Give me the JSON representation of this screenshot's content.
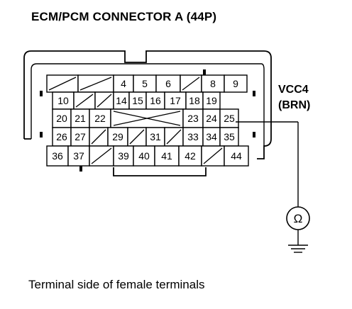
{
  "title": "ECM/PCM CONNECTOR A (44P)",
  "caption": "Terminal side of female terminals",
  "signal": {
    "name": "VCC4",
    "wire_color": "(BRN)"
  },
  "meter": {
    "symbol": "Ω",
    "name": "ohmmeter-icon"
  },
  "connector": {
    "rows": [
      [
        "/",
        "/",
        "4",
        "5",
        "6",
        "/",
        "8",
        "9"
      ],
      [
        "10",
        "/",
        "/",
        "14",
        "15",
        "16",
        "17",
        "18",
        "19"
      ],
      [
        "20",
        "21",
        "22",
        "X",
        "23",
        "24",
        "25"
      ],
      [
        "26",
        "27",
        "/",
        "29",
        "/",
        "31",
        "/",
        "33",
        "34",
        "35"
      ],
      [
        "36",
        "37",
        "/",
        "39",
        "40",
        "41",
        "42",
        "/",
        "44"
      ]
    ],
    "probe_terminal": "25"
  }
}
